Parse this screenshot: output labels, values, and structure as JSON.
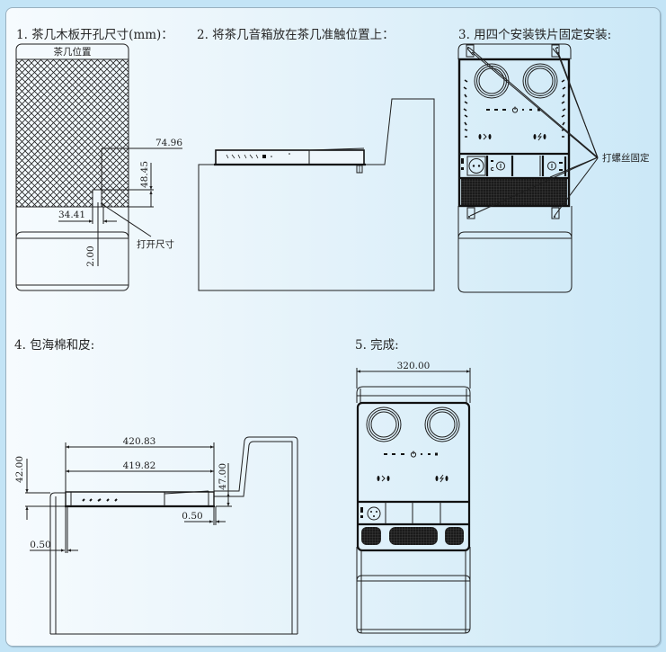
{
  "steps": [
    {
      "title": "1. 茶几木板开孔尺寸(mm)："
    },
    {
      "title": "2. 将茶几音箱放在茶几准触位置上："
    },
    {
      "title": "3. 用四个安装铁片固定安装:"
    },
    {
      "title": "4. 包海棉和皮:"
    },
    {
      "title": "5. 完成:"
    }
  ],
  "step1": {
    "table_label": "茶几位置",
    "callout": "打开尺寸",
    "dimensions": {
      "cutout_width": "74.96",
      "cutout_height": "48.45",
      "offset_horizontal": "34.41",
      "offset_vertical": "2.00"
    }
  },
  "step3": {
    "callout": "打螺丝固定"
  },
  "step4": {
    "dimensions": {
      "outer_length": "420.83",
      "inner_length": "419.82",
      "left_height": "42.00",
      "right_height": "47.00",
      "right_gap": "0.50",
      "left_gap": "0.50"
    }
  },
  "step5": {
    "dimensions": {
      "total_width": "320.00"
    }
  },
  "colors": {
    "line": "#1e1e1e",
    "page_background": "#c3e4f6",
    "panel_gradient_left": "#f6fbfe",
    "panel_gradient_right": "#cbe8f7"
  }
}
